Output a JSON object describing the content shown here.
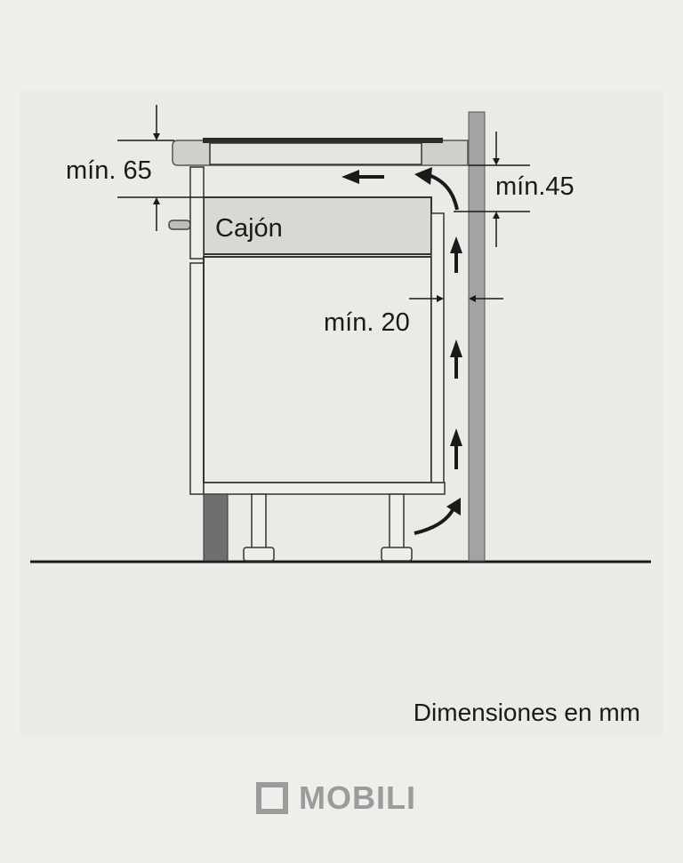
{
  "labels": {
    "min_top": "mín. 65",
    "min_right": "mín.45",
    "min_gap": "mín. 20",
    "drawer": "Cajón"
  },
  "footer_note": "Dimensiones en mm",
  "brand": {
    "name": "MOBILI",
    "logo_icon": "square-outline-icon"
  },
  "colors": {
    "background": "#efeeeb",
    "panel": "#ebeae7",
    "line": "#1a1a1a",
    "wall": "#a3a3a3",
    "plinth": "#6f6f6f",
    "drawer_fill": "#d9d8d5",
    "countertop": "#cfcfcc",
    "brand": "#9b9b9b"
  }
}
